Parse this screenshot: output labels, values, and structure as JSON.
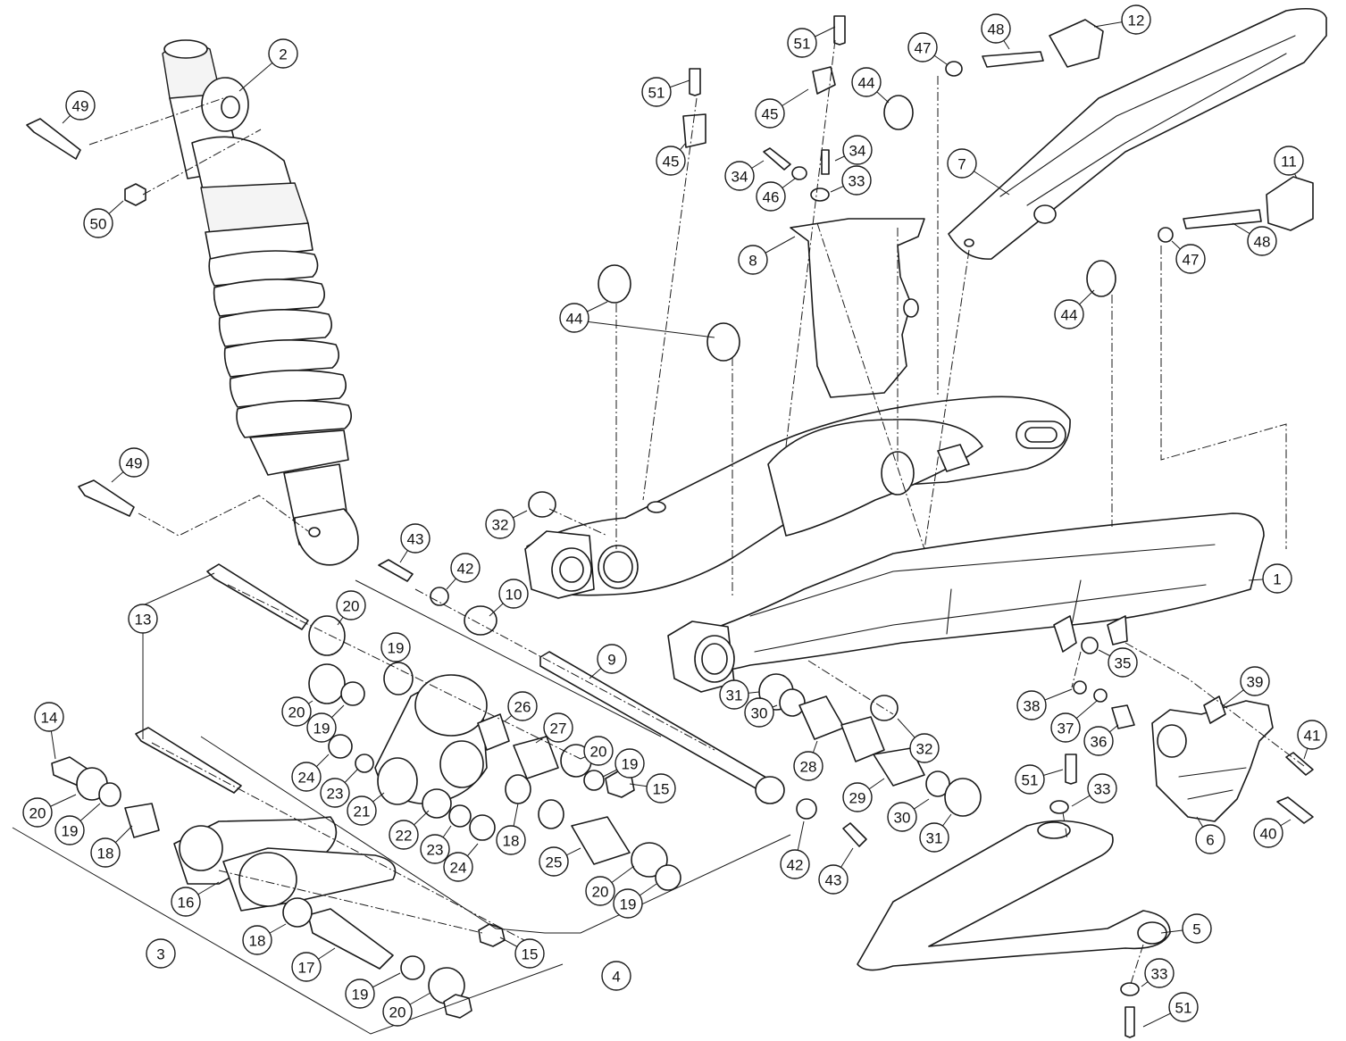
{
  "diagram": {
    "type": "exploded-parts-view",
    "callouts": [
      {
        "id": "c-1",
        "label": "1"
      },
      {
        "id": "c-2",
        "label": "2"
      },
      {
        "id": "c-3",
        "label": "3"
      },
      {
        "id": "c-4",
        "label": "4"
      },
      {
        "id": "c-5",
        "label": "5"
      },
      {
        "id": "c-6",
        "label": "6"
      },
      {
        "id": "c-7",
        "label": "7"
      },
      {
        "id": "c-8",
        "label": "8"
      },
      {
        "id": "c-9",
        "label": "9"
      },
      {
        "id": "c-10",
        "label": "10"
      },
      {
        "id": "c-11",
        "label": "11"
      },
      {
        "id": "c-12",
        "label": "12"
      },
      {
        "id": "c-13",
        "label": "13"
      },
      {
        "id": "c-14",
        "label": "14"
      },
      {
        "id": "c-15a",
        "label": "15"
      },
      {
        "id": "c-15b",
        "label": "15"
      },
      {
        "id": "c-16",
        "label": "16"
      },
      {
        "id": "c-17",
        "label": "17"
      },
      {
        "id": "c-18a",
        "label": "18"
      },
      {
        "id": "c-18b",
        "label": "18"
      },
      {
        "id": "c-18c",
        "label": "18"
      },
      {
        "id": "c-19a",
        "label": "19"
      },
      {
        "id": "c-19b",
        "label": "19"
      },
      {
        "id": "c-19c",
        "label": "19"
      },
      {
        "id": "c-19d",
        "label": "19"
      },
      {
        "id": "c-19e",
        "label": "19"
      },
      {
        "id": "c-19f",
        "label": "19"
      },
      {
        "id": "c-20a",
        "label": "20"
      },
      {
        "id": "c-20b",
        "label": "20"
      },
      {
        "id": "c-20c",
        "label": "20"
      },
      {
        "id": "c-20d",
        "label": "20"
      },
      {
        "id": "c-20e",
        "label": "20"
      },
      {
        "id": "c-20f",
        "label": "20"
      },
      {
        "id": "c-21",
        "label": "21"
      },
      {
        "id": "c-22",
        "label": "22"
      },
      {
        "id": "c-23a",
        "label": "23"
      },
      {
        "id": "c-23b",
        "label": "23"
      },
      {
        "id": "c-24a",
        "label": "24"
      },
      {
        "id": "c-24b",
        "label": "24"
      },
      {
        "id": "c-25",
        "label": "25"
      },
      {
        "id": "c-26",
        "label": "26"
      },
      {
        "id": "c-27",
        "label": "27"
      },
      {
        "id": "c-28",
        "label": "28"
      },
      {
        "id": "c-29",
        "label": "29"
      },
      {
        "id": "c-30a",
        "label": "30"
      },
      {
        "id": "c-30b",
        "label": "30"
      },
      {
        "id": "c-31a",
        "label": "31"
      },
      {
        "id": "c-31b",
        "label": "31"
      },
      {
        "id": "c-32a",
        "label": "32"
      },
      {
        "id": "c-32b",
        "label": "32"
      },
      {
        "id": "c-33a",
        "label": "33"
      },
      {
        "id": "c-33b",
        "label": "33"
      },
      {
        "id": "c-33c",
        "label": "33"
      },
      {
        "id": "c-34a",
        "label": "34"
      },
      {
        "id": "c-34b",
        "label": "34"
      },
      {
        "id": "c-35",
        "label": "35"
      },
      {
        "id": "c-36",
        "label": "36"
      },
      {
        "id": "c-37",
        "label": "37"
      },
      {
        "id": "c-38",
        "label": "38"
      },
      {
        "id": "c-39",
        "label": "39"
      },
      {
        "id": "c-40",
        "label": "40"
      },
      {
        "id": "c-41",
        "label": "41"
      },
      {
        "id": "c-42a",
        "label": "42"
      },
      {
        "id": "c-42b",
        "label": "42"
      },
      {
        "id": "c-43a",
        "label": "43"
      },
      {
        "id": "c-43b",
        "label": "43"
      },
      {
        "id": "c-44a",
        "label": "44"
      },
      {
        "id": "c-44b",
        "label": "44"
      },
      {
        "id": "c-44c",
        "label": "44"
      },
      {
        "id": "c-45a",
        "label": "45"
      },
      {
        "id": "c-45b",
        "label": "45"
      },
      {
        "id": "c-46",
        "label": "46"
      },
      {
        "id": "c-47a",
        "label": "47"
      },
      {
        "id": "c-47b",
        "label": "47"
      },
      {
        "id": "c-48a",
        "label": "48"
      },
      {
        "id": "c-48b",
        "label": "48"
      },
      {
        "id": "c-49a",
        "label": "49"
      },
      {
        "id": "c-49b",
        "label": "49"
      },
      {
        "id": "c-50",
        "label": "50"
      },
      {
        "id": "c-51a",
        "label": "51"
      },
      {
        "id": "c-51b",
        "label": "51"
      },
      {
        "id": "c-51c",
        "label": "51"
      },
      {
        "id": "c-51d",
        "label": "51"
      }
    ]
  }
}
